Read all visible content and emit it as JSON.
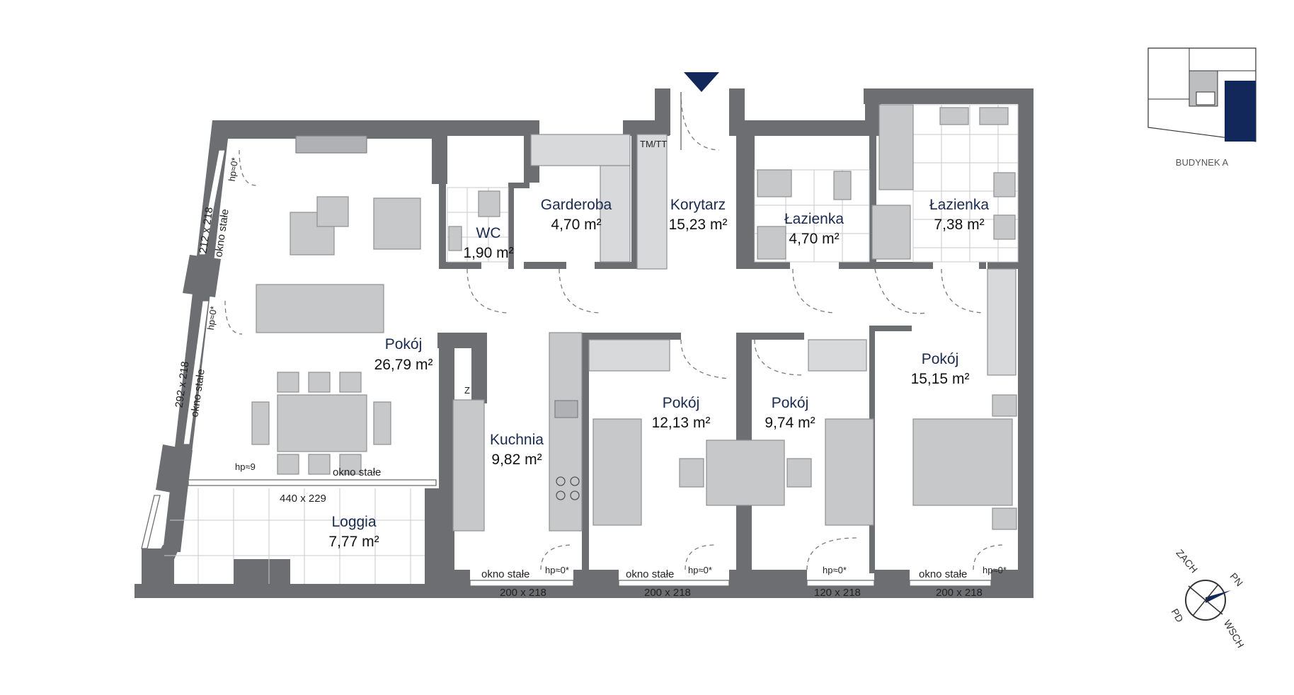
{
  "rooms": [
    {
      "id": "living",
      "name": "Pokój",
      "area": "26,79 m²"
    },
    {
      "id": "wc",
      "name": "WC",
      "area": "1,90 m²"
    },
    {
      "id": "garderoba",
      "name": "Garderoba",
      "area": "4,70 m²"
    },
    {
      "id": "korytarz",
      "name": "Korytarz",
      "area": "15,23 m²"
    },
    {
      "id": "bath1",
      "name": "Łazienka",
      "area": "4,70 m²"
    },
    {
      "id": "bath2",
      "name": "Łazienka",
      "area": "7,38 m²"
    },
    {
      "id": "kuchnia",
      "name": "Kuchnia",
      "area": "9,82 m²"
    },
    {
      "id": "room12",
      "name": "Pokój",
      "area": "12,13 m²"
    },
    {
      "id": "room9",
      "name": "Pokój",
      "area": "9,74 m²"
    },
    {
      "id": "room15",
      "name": "Pokój",
      "area": "15,15 m²"
    },
    {
      "id": "loggia",
      "name": "Loggia",
      "area": "7,77 m²"
    }
  ],
  "notes": {
    "fixed_window": "okno stałe",
    "hp0": "hp≈0*",
    "hp9": "hp≈9",
    "tmtt": "TM/TT",
    "stove_mark": "Z"
  },
  "window_sizes": {
    "left_top": "212 x 218",
    "left_mid": "292 x 218",
    "loggia": "440 x 229",
    "kitchen": "200 x 218",
    "room12": "200 x 218",
    "room9": "120 x 218",
    "room15": "200 x 218"
  },
  "key_plan": {
    "building_label": "BUDYNEK A",
    "highlight_color": "#13285a"
  },
  "compass": {
    "north_east": "PN",
    "south_east": "WSCH",
    "south_west": "PD",
    "north_west": "ZACH"
  },
  "colors": {
    "wall": "#6d6e71",
    "label_name": "#1a2a4f",
    "entrance_arrow": "#13285a"
  }
}
